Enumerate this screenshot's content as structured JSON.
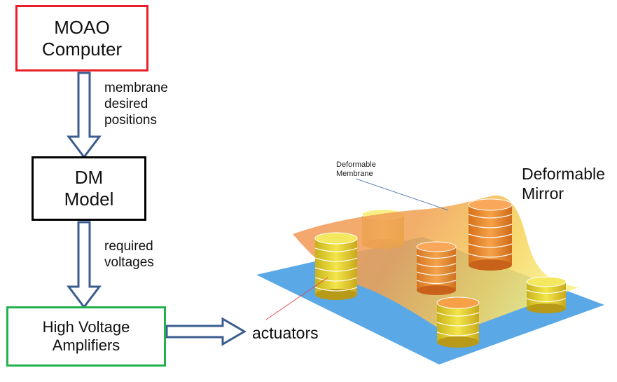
{
  "boxes": {
    "moao": {
      "line1": "MOAO",
      "line2": "Computer"
    },
    "dm_model": {
      "line1": "DM",
      "line2": "Model"
    },
    "hva": {
      "line1": "High Voltage",
      "line2": "Amplifiers"
    }
  },
  "arrow_labels": {
    "first": {
      "line1": "membrane",
      "line2": "desired",
      "line3": "positions"
    },
    "second": {
      "line1": "required",
      "line2": "voltages"
    }
  },
  "labels": {
    "actuators": "actuators",
    "deformable_mirror_line1": "Deformable",
    "deformable_mirror_line2": "Mirror",
    "membrane_line1": "Deformable",
    "membrane_line2": "Membrane"
  },
  "colors": {
    "moao_border": "#e8202a",
    "dm_border": "#000000",
    "hva_border": "#22b14c",
    "arrow_stroke": "#3b5d8f",
    "base_plate": "#5aa8e6"
  }
}
